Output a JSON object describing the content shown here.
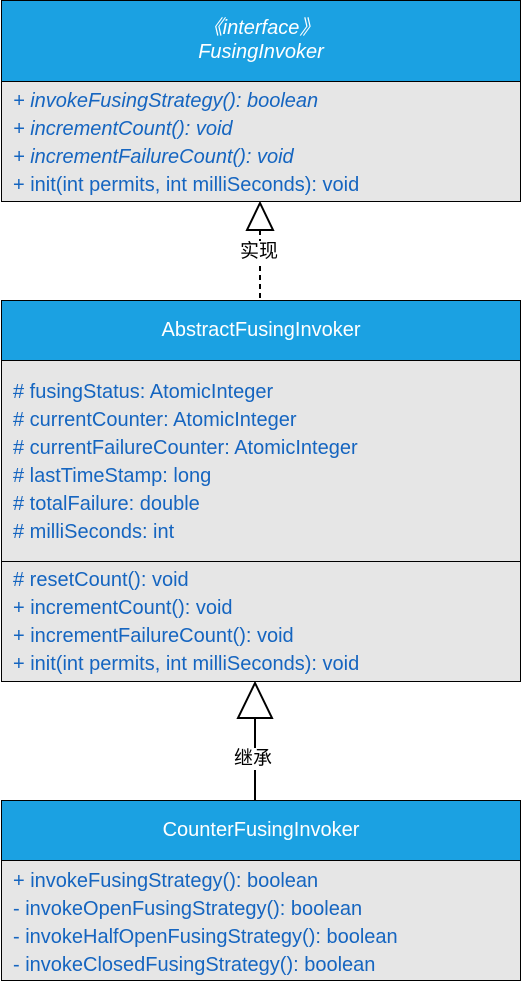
{
  "interface_class": {
    "stereotype": "《interface》",
    "name": "FusingInvoker",
    "methods": [
      {
        "text": "+ invokeFusingStrategy(): boolean",
        "abstract": true
      },
      {
        "text": "+ incrementCount(): void",
        "abstract": true
      },
      {
        "text": "+ incrementFailureCount(): void",
        "abstract": true
      },
      {
        "text": "+ init(int permits, int milliSeconds): void",
        "abstract": false
      }
    ]
  },
  "abstract_class": {
    "name": "AbstractFusingInvoker",
    "attributes": [
      "# fusingStatus: AtomicInteger",
      "# currentCounter: AtomicInteger",
      "# currentFailureCounter: AtomicInteger",
      "# lastTimeStamp: long",
      "# totalFailure: double",
      "# milliSeconds: int"
    ],
    "methods": [
      "# resetCount(): void",
      "+ incrementCount(): void",
      "+ incrementFailureCount(): void",
      "+ init(int permits, int milliSeconds): void"
    ]
  },
  "concrete_class": {
    "name": "CounterFusingInvoker",
    "methods": [
      "+ invokeFusingStrategy(): boolean",
      "- invokeOpenFusingStrategy(): boolean",
      "- invokeHalfOpenFusingStrategy(): boolean",
      "- invokeClosedFusingStrategy(): boolean"
    ]
  },
  "relations": {
    "realization_label": "实现",
    "inheritance_label": "继承"
  },
  "colors": {
    "header_fill": "#1ba1e2",
    "body_fill": "#e6e6e6",
    "member_text": "#1565c0",
    "border": "#000000"
  }
}
